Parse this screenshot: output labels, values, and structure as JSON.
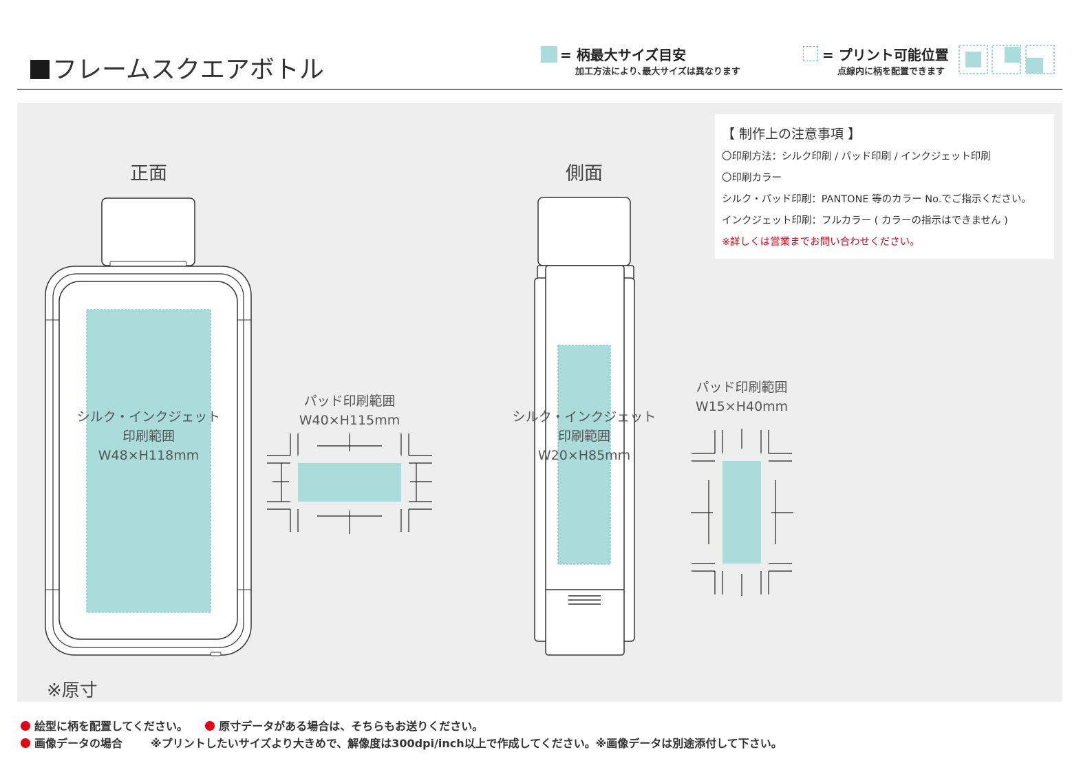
{
  "header": {
    "title": "フレームスクエアボトル",
    "legend_max": {
      "label": "= 柄最大サイズ目安",
      "note": "加工方法により､最大サイズは異なります",
      "swatch_color": "#a9dcda"
    },
    "legend_print": {
      "label": "= プリント可能位置",
      "note": "点線内に柄を配置できます"
    }
  },
  "colors": {
    "print_area": "#a9dcda",
    "print_area_border": "#7cc4c0",
    "panel_bg": "#eeeeee",
    "alert_red": "#e60012"
  },
  "front_view": {
    "label": "正面",
    "area_label": [
      "シルク・インクジェット",
      "印刷範囲",
      "W48×H118mm"
    ],
    "pad_label": [
      "パッド印刷範囲",
      "W40×H115mm"
    ]
  },
  "side_view": {
    "label": "側面",
    "area_label": [
      "シルク・インクジェット",
      "印刷範囲",
      "W20×H85mm"
    ],
    "pad_label": [
      "パッド印刷範囲",
      "W15×H40mm"
    ]
  },
  "scale_note": "※原寸",
  "notes": {
    "title": "【 制作上の注意事項 】",
    "lines": [
      "〇印刷方法：シルク印刷 / パッド印刷 / インクジェット印刷",
      "〇印刷カラー",
      "シルク・パッド印刷：PANTONE 等のカラー No.でご指示ください。",
      "インクジェット印刷：フルカラー ( カラーの指示はできません )"
    ],
    "warning": "※詳しくは営業までお問い合わせください。"
  },
  "footer": {
    "item1": "絵型に柄を配置してください。",
    "item2": "原寸データがある場合は、そちらもお送りください。",
    "item3_label": "画像データの場合",
    "item3_text": "※プリントしたいサイズより大きめで、解像度は300dpi/inch以上で作成してください。※画像データは別途添付して下さい。"
  }
}
